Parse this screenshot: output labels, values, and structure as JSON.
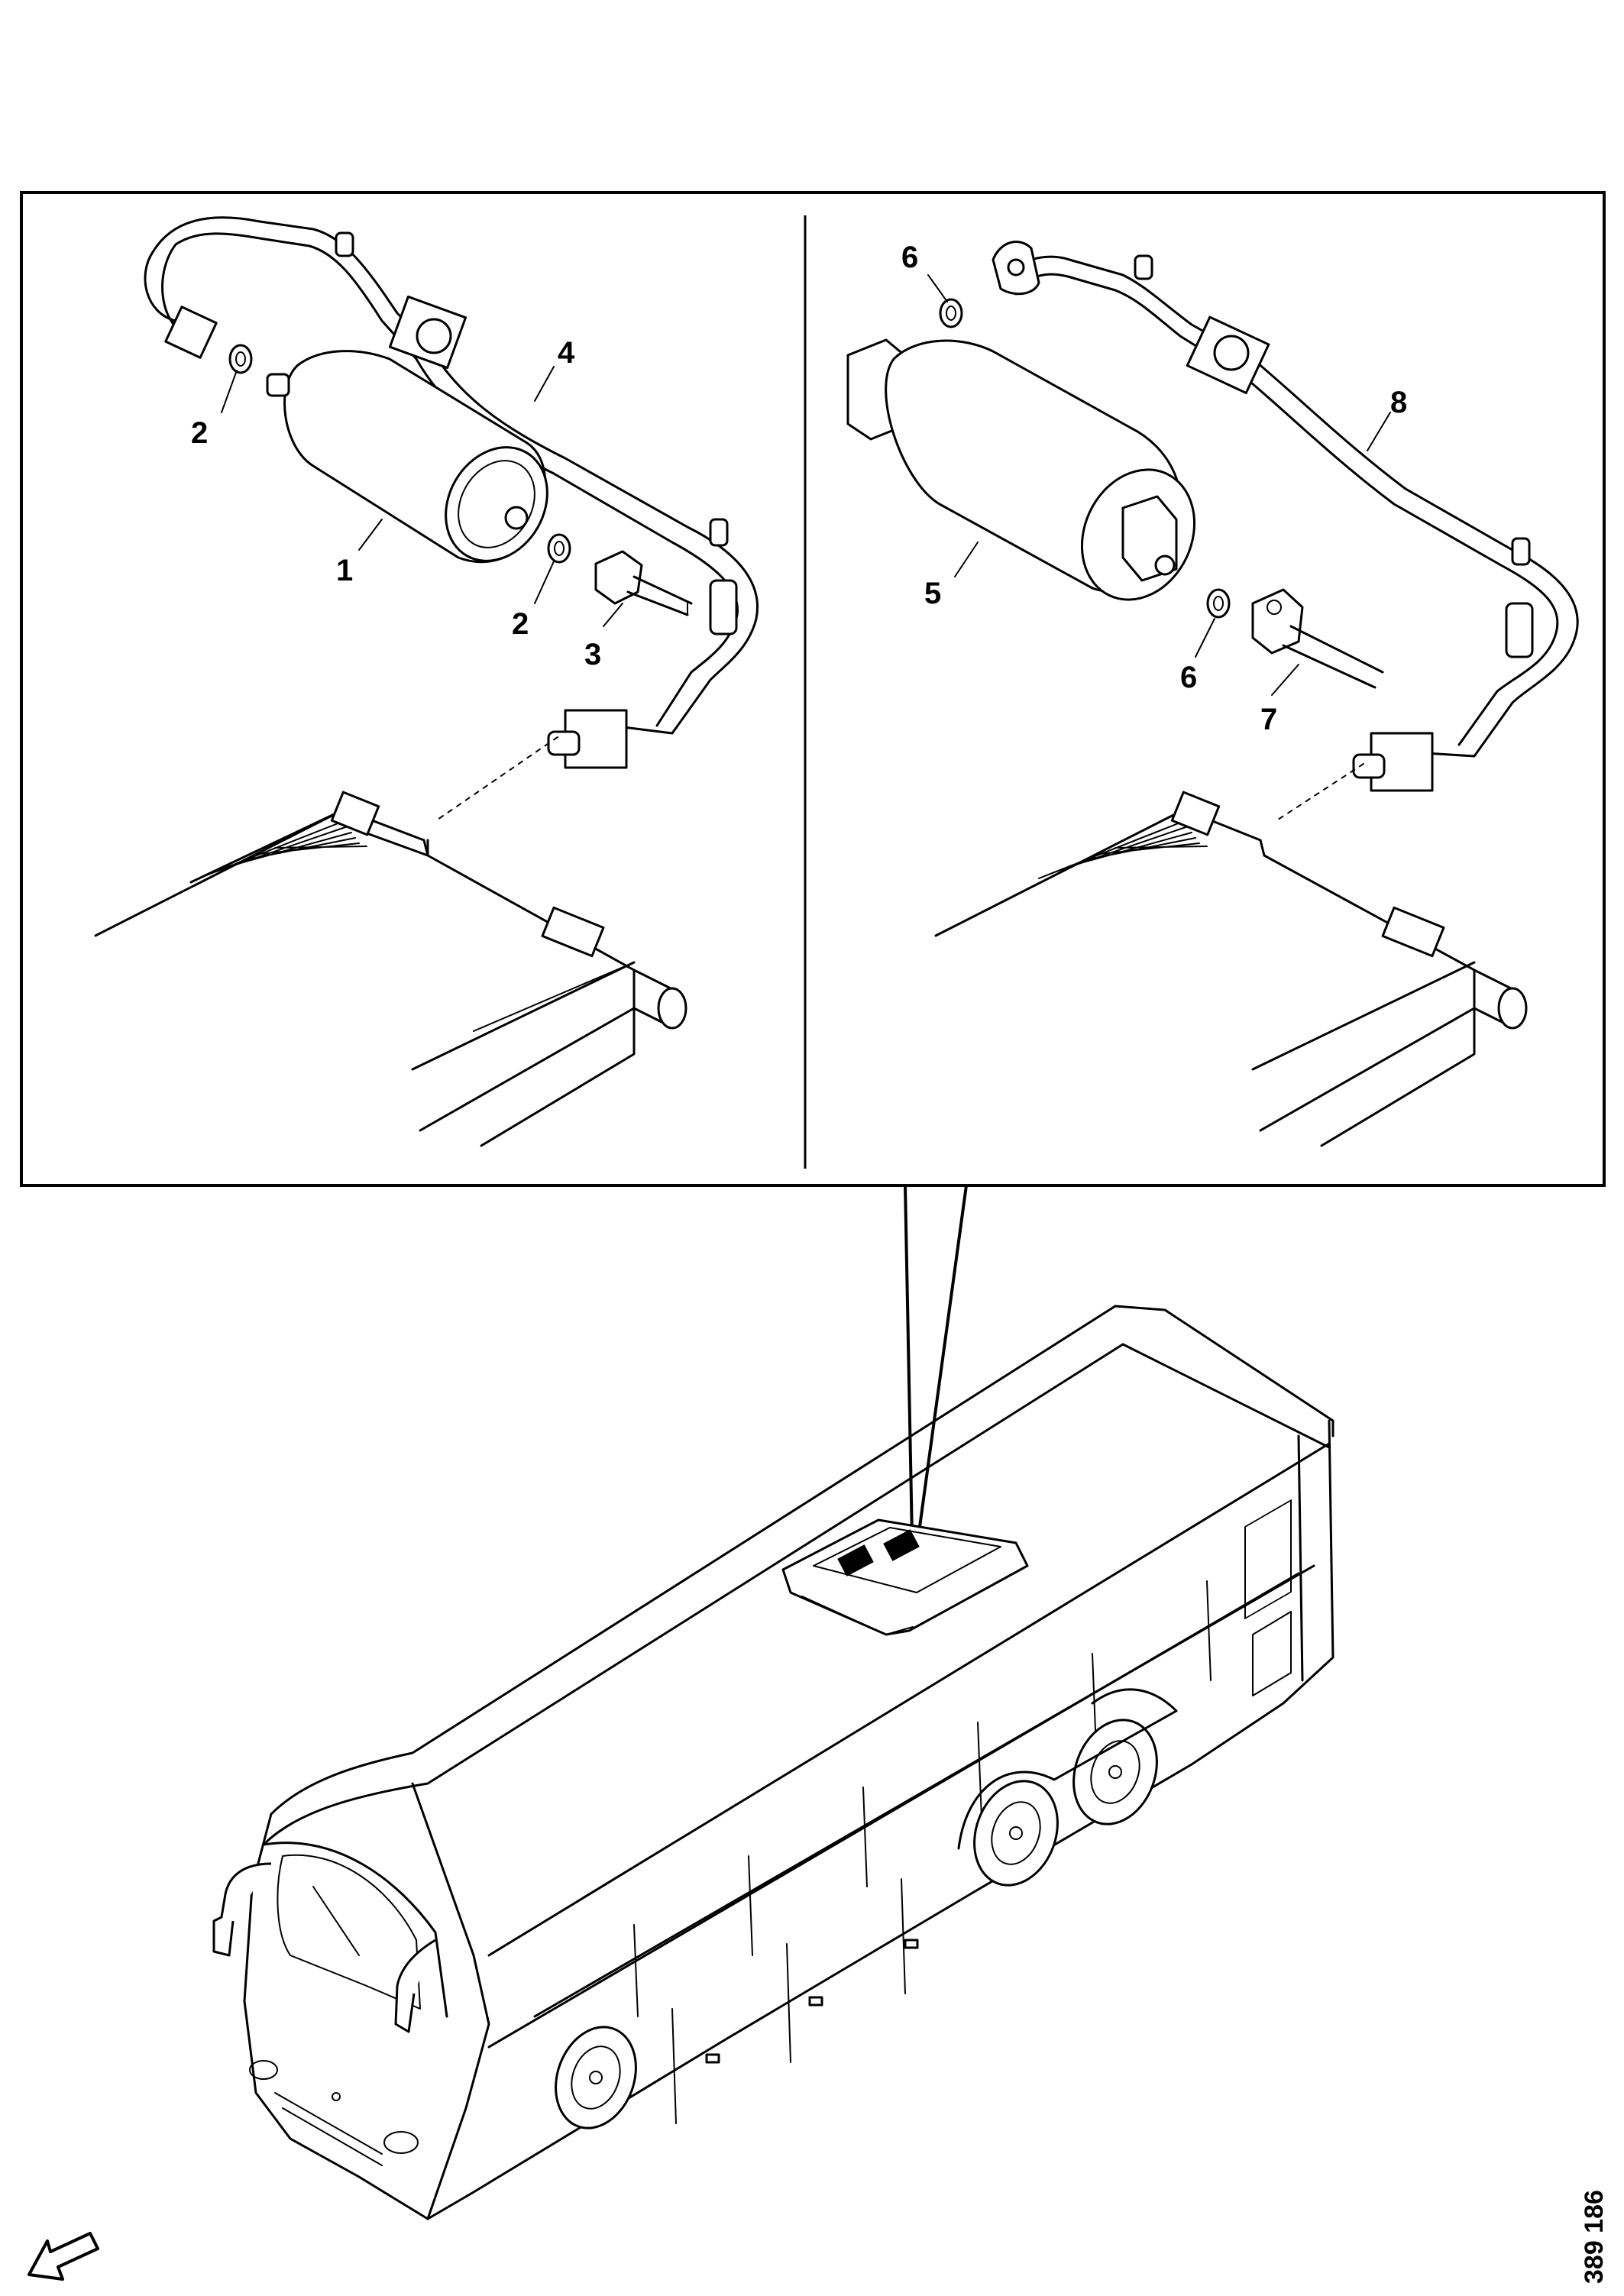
{
  "figure": {
    "reference_number": "389 186",
    "orientation_arrow_icon": "arrow-front-direction-icon"
  },
  "left_panel": {
    "callouts": [
      {
        "id": "1",
        "label": "1"
      },
      {
        "id": "2a",
        "label": "2"
      },
      {
        "id": "2b",
        "label": "2"
      },
      {
        "id": "3",
        "label": "3"
      },
      {
        "id": "4",
        "label": "4"
      }
    ]
  },
  "right_panel": {
    "callouts": [
      {
        "id": "5",
        "label": "5"
      },
      {
        "id": "6a",
        "label": "6"
      },
      {
        "id": "6b",
        "label": "6"
      },
      {
        "id": "7",
        "label": "7"
      },
      {
        "id": "8",
        "label": "8"
      }
    ]
  },
  "colors": {
    "line": "#000000",
    "background": "#ffffff"
  }
}
